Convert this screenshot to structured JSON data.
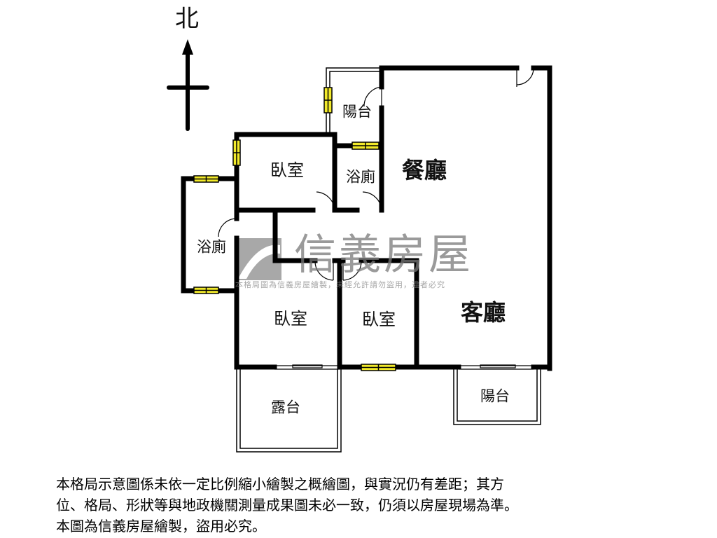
{
  "compass": {
    "label": "北"
  },
  "rooms": {
    "balcony_top": "陽台",
    "bedroom_top": "臥室",
    "bath_top": "浴廁",
    "dining": "餐廳",
    "bath_left": "浴廁",
    "bedroom_left": "臥室",
    "bedroom_mid": "臥室",
    "living": "客廳",
    "terrace": "露台",
    "balcony_bottom": "陽台"
  },
  "watermark": {
    "brand": "信義房屋",
    "notice": "本格局圖為信義房屋繪製，未經允許請勿盜用，違者必究"
  },
  "disclaimer": [
    "本格局示意圖係未依一定比例縮小繪製之概繪圖，與實況仍有差距；其方",
    "位、格局、形狀等與地政機關測量成果圖未必一致，仍須以房屋現場為準。",
    "本圖為信義房屋繪製，盜用必究。"
  ],
  "colors": {
    "wall": "#000000",
    "window": "#f2ea2a",
    "watermark": "#8c8c8c"
  }
}
